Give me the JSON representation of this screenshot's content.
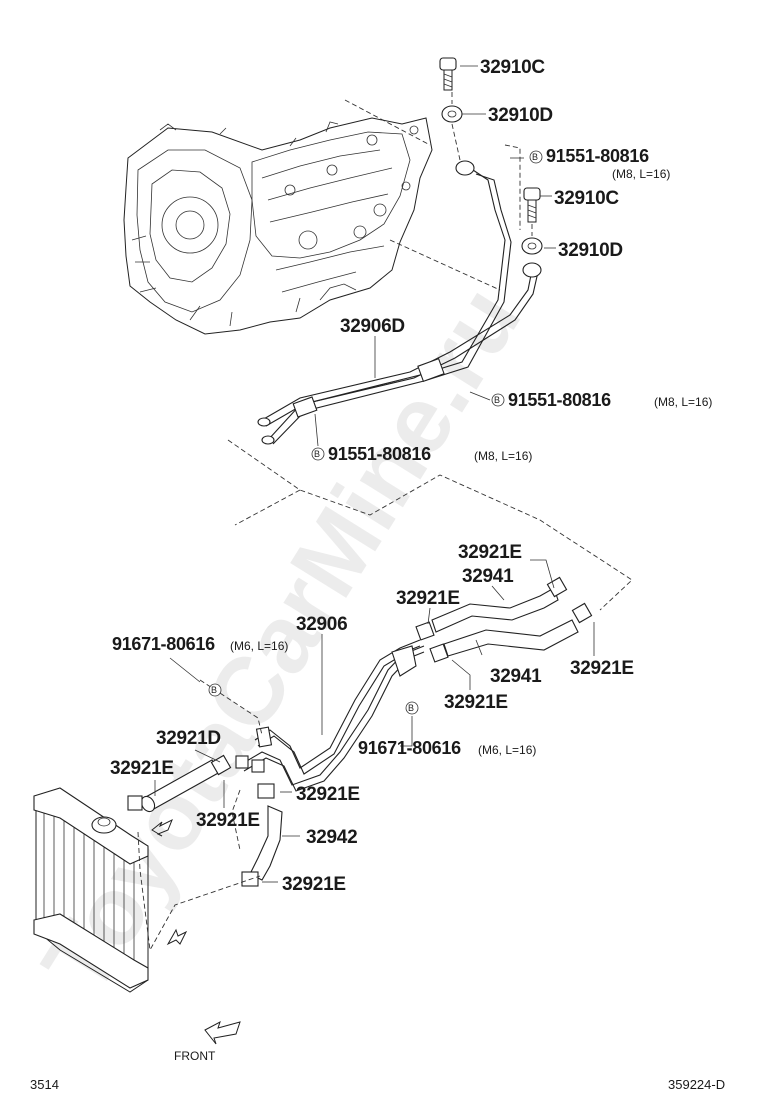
{
  "watermark": "ToyotaCarMine.ru",
  "callouts": {
    "c_32910C_top": "32910C",
    "c_32910D_top": "32910D",
    "c_91551_top": "91551-80816",
    "c_91551_top_spec": "(M8, L=16)",
    "c_32910C_mid": "32910C",
    "c_32910D_mid": "32910D",
    "c_32906D": "32906D",
    "c_91551_mid": "91551-80816",
    "c_91551_mid_spec": "(M8, L=16)",
    "c_91551_low": "91551-80816",
    "c_91551_low_spec": "(M8, L=16)",
    "c_32921E_a": "32921E",
    "c_32941_a": "32941",
    "c_32921E_b": "32921E",
    "c_32906": "32906",
    "c_91671_left": "91671-80616",
    "c_91671_left_spec": "(M6, L=16)",
    "c_32941_b": "32941",
    "c_32921E_c": "32921E",
    "c_32921E_d": "32921E",
    "c_91671_right": "91671-80616",
    "c_91671_right_spec": "(M6, L=16)",
    "c_32921D": "32921D",
    "c_32921E_e": "32921E",
    "c_32921E_f": "32921E",
    "c_32921E_g": "32921E",
    "c_32942": "32942",
    "c_32921E_h": "32921E"
  },
  "bolt_marker": "B",
  "front_label": "FRONT",
  "footer": {
    "left": "3514",
    "right": "359224-D"
  }
}
